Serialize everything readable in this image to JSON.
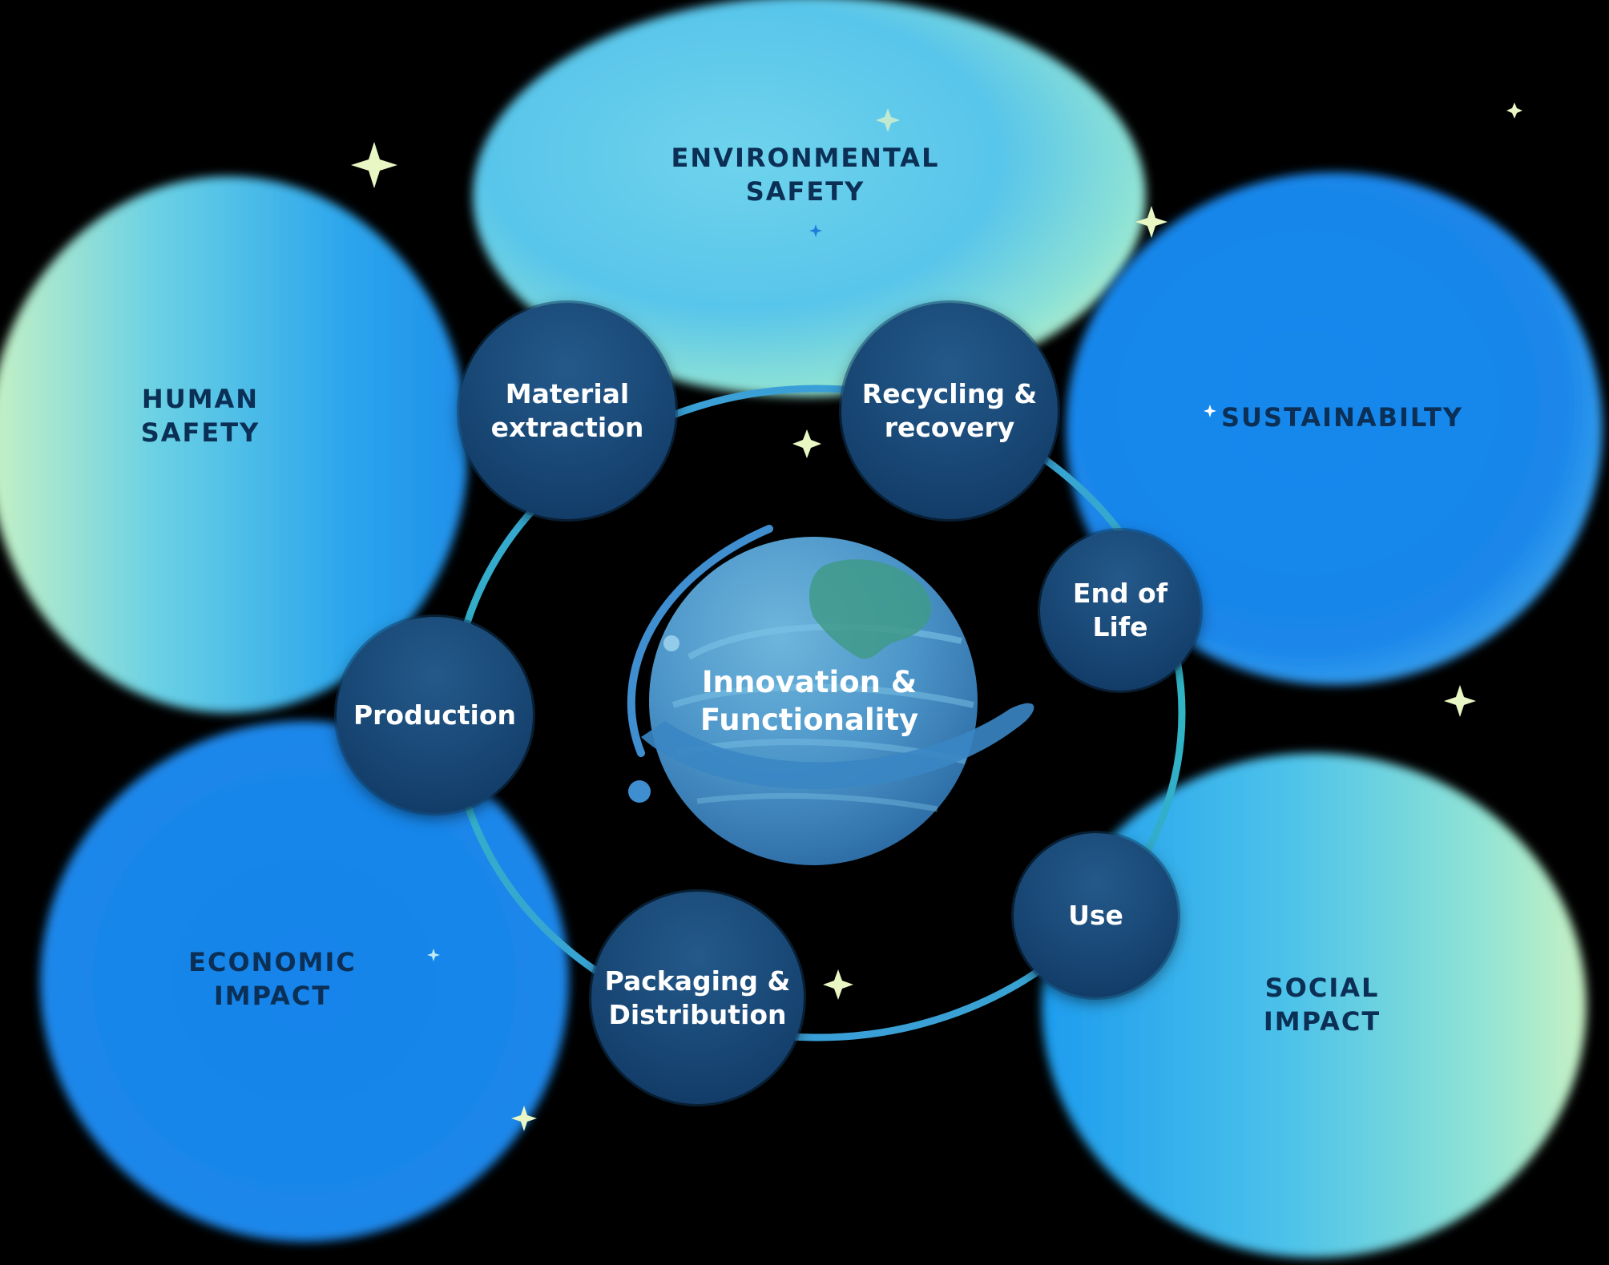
{
  "center": {
    "label": "Innovation &\nFunctionality"
  },
  "blobs": {
    "environmental": "ENVIRONMENTAL\nSAFETY",
    "human": "HUMAN\nSAFETY",
    "sustainability": "SUSTAINABILTY",
    "economic": "ECONOMIC\nIMPACT",
    "social": "SOCIAL\nIMPACT"
  },
  "nodes": {
    "material": "Material\nextraction",
    "recycling": "Recycling &\nrecovery",
    "end_of_life": "End of\nLife",
    "production": "Production",
    "use": "Use",
    "packaging": "Packaging &\nDistribution"
  },
  "colors": {
    "background": "#000000",
    "node_fill": "#1a4a78",
    "label_dark": "#0b2f55",
    "ring": "#33b3c9",
    "sparkle": "#e9f7c4"
  }
}
